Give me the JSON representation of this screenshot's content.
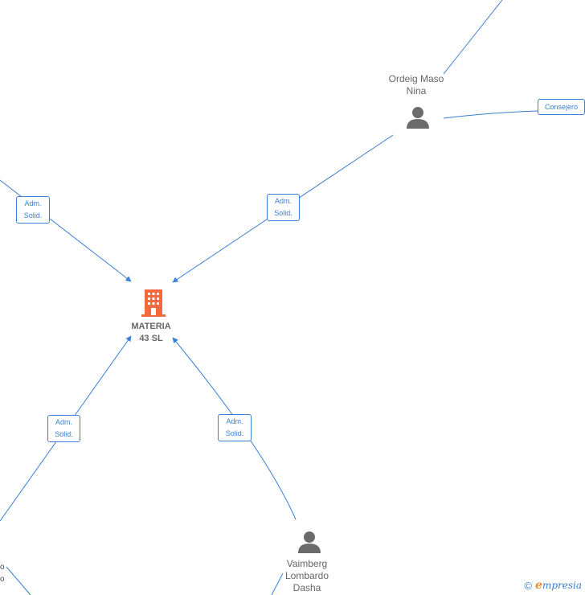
{
  "colors": {
    "edge": "#3a7fd5",
    "person_icon": "#6b6b6b",
    "company_icon": "#f26a3d",
    "label": "#666666"
  },
  "company": {
    "name": "MATERIA\n43  SL",
    "icon": "building-icon"
  },
  "persons": [
    {
      "id": "ordeig",
      "name": "Ordeig Maso\nNina",
      "icon": "person-icon"
    },
    {
      "id": "vaimberg",
      "name": "Vaimberg\nLombardo\nDasha",
      "icon": "person-icon"
    }
  ],
  "edge_labels": {
    "top_left": "Adm.\nSolid.",
    "top_right": "Adm.\nSolid.",
    "bottom_left": "Adm.\nSolid.",
    "bottom_right": "Adm.\nSolid.",
    "consejero": "Consejero"
  },
  "cut_labels": [
    "o",
    "o"
  ],
  "watermark": {
    "copyright": "©",
    "brand_first": "e",
    "brand_rest": "mpresia"
  }
}
